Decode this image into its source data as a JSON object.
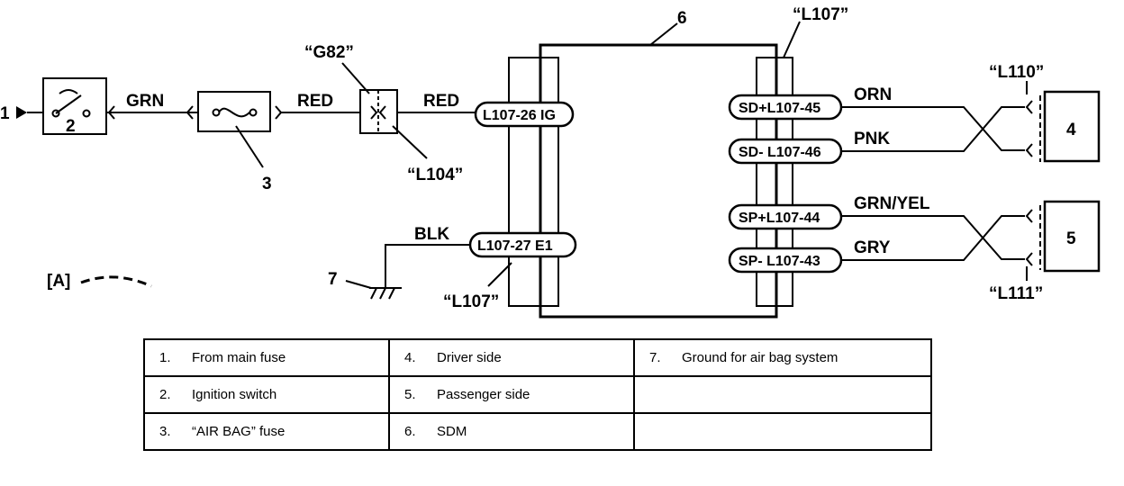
{
  "labels": {
    "item1": "1",
    "item2": "2",
    "item3": "3",
    "item4": "4",
    "item5": "5",
    "item6": "6",
    "item7": "7",
    "conn_g82": "“G82”",
    "conn_l104": "“L104”",
    "conn_l107_top": "“L107”",
    "conn_l107_bottom": "“L107”",
    "conn_l110": "“L110”",
    "conn_l111": "“L111”",
    "view_a": "[A]"
  },
  "wires": {
    "grn": "GRN",
    "red1": "RED",
    "red2": "RED",
    "blk": "BLK",
    "orn": "ORN",
    "pnk": "PNK",
    "grn_yel": "GRN/YEL",
    "gry": "GRY"
  },
  "pins": {
    "ig": "L107-26  IG",
    "e1": "L107-27  E1",
    "sd_plus": "SD+L107-45",
    "sd_minus": "SD- L107-46",
    "sp_plus": "SP+L107-44",
    "sp_minus": "SP- L107-43"
  },
  "legend": [
    [
      {
        "num": "1.",
        "text": "From main fuse"
      },
      {
        "num": "4.",
        "text": "Driver side"
      },
      {
        "num": "7.",
        "text": "Ground for air bag system"
      }
    ],
    [
      {
        "num": "2.",
        "text": "Ignition switch"
      },
      {
        "num": "5.",
        "text": "Passenger side"
      },
      {
        "num": "",
        "text": ""
      }
    ],
    [
      {
        "num": "3.",
        "text": "“AIR BAG” fuse"
      },
      {
        "num": "6.",
        "text": "SDM"
      },
      {
        "num": "",
        "text": ""
      }
    ]
  ]
}
